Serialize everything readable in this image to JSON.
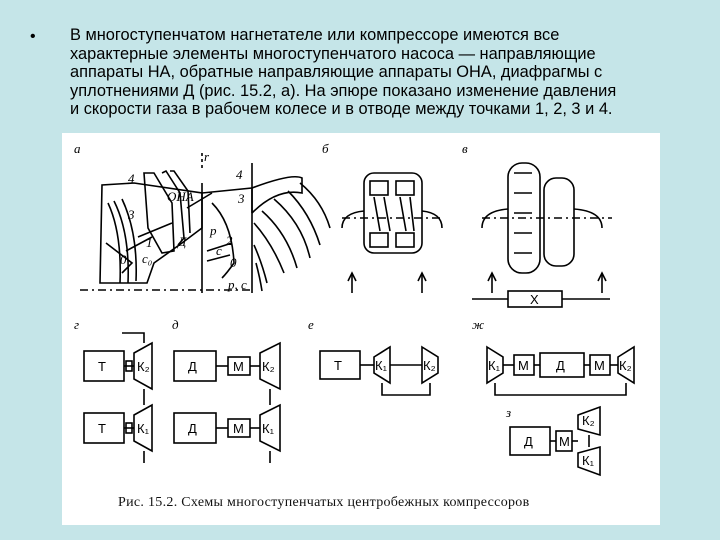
{
  "slide": {
    "bullet": "•",
    "text_lines": [
      "В многоступенчатом нагнетателе или компрессоре имеются все",
      "характерные элементы многоступенчатого насоса — направляющие",
      "аппараты НА, обратные направляющие аппараты ОНА, диафрагмы с",
      "уплотнениями Д (рис. 15.2, а). На эпюре показано изменение давления",
      "и скорости газа в рабочем колесе и в отводе между точками 1, 2, 3 и 4."
    ]
  },
  "figure": {
    "caption": "Рис. 15.2. Схемы многоступенчатых центробежных компрессоров",
    "panel_labels": {
      "a": "а",
      "b": "б",
      "v": "в",
      "g": "г",
      "d": "д",
      "e": "е",
      "zh": "ж",
      "z": "з"
    },
    "panel_a": {
      "ona": "ОНА",
      "d": "Д",
      "r": "r",
      "pc": "р, с",
      "p": "p",
      "c": "c",
      "n4a": "4",
      "n4b": "4",
      "n3a": "3",
      "n3b": "3",
      "n2a": "2",
      "n1": "1",
      "n0a": "0",
      "n0b": "0",
      "c0": "c₀"
    },
    "panel_v": {
      "x": "Х"
    },
    "panel_g": {
      "t1": "Т",
      "k2": "К₂",
      "t2": "Т",
      "k1": "К₁"
    },
    "panel_d": {
      "d1": "Д",
      "m1": "М",
      "k2": "К₂",
      "d2": "Д",
      "m2": "М",
      "k1": "К₁"
    },
    "panel_e": {
      "t": "Т",
      "k1": "К₁",
      "k2": "К₂"
    },
    "panel_zh": {
      "k1": "К₁",
      "m1": "М",
      "d": "Д",
      "m2": "М",
      "k2": "К₂"
    },
    "panel_z": {
      "d": "Д",
      "m": "М",
      "k2": "К₂",
      "k1": "К₁"
    }
  }
}
